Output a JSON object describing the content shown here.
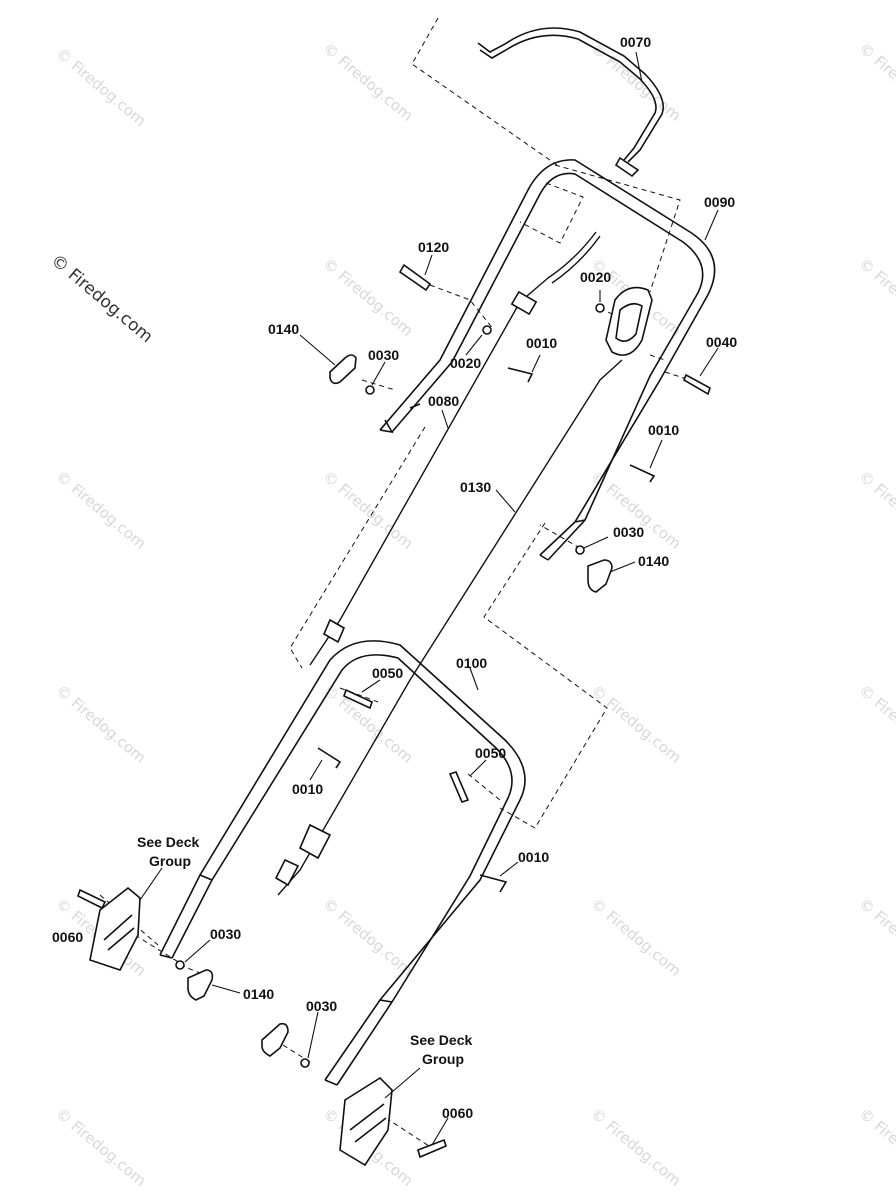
{
  "copyright_label": "© Firedog.com",
  "watermark_text": "© Firedog.com",
  "callouts": {
    "c0070": "0070",
    "c0090": "0090",
    "c0120": "0120",
    "c0020a": "0020",
    "c0020b": "0020",
    "c0140a": "0140",
    "c0030a": "0030",
    "c0010a": "0010",
    "c0040": "0040",
    "c0080": "0080",
    "c0010b": "0010",
    "c0130": "0130",
    "c0030b": "0030",
    "c0140b": "0140",
    "c0100": "0100",
    "c0050a": "0050",
    "c0050b": "0050",
    "c0010c": "0010",
    "c0010d": "0010",
    "c0030c": "0030",
    "c0140c": "0140",
    "c0030d": "0030",
    "c0060a": "0060",
    "c0060b": "0060"
  },
  "notes": {
    "deck_left_line1": "See Deck",
    "deck_left_line2": "Group",
    "deck_right_line1": "See Deck",
    "deck_right_line2": "Group"
  }
}
